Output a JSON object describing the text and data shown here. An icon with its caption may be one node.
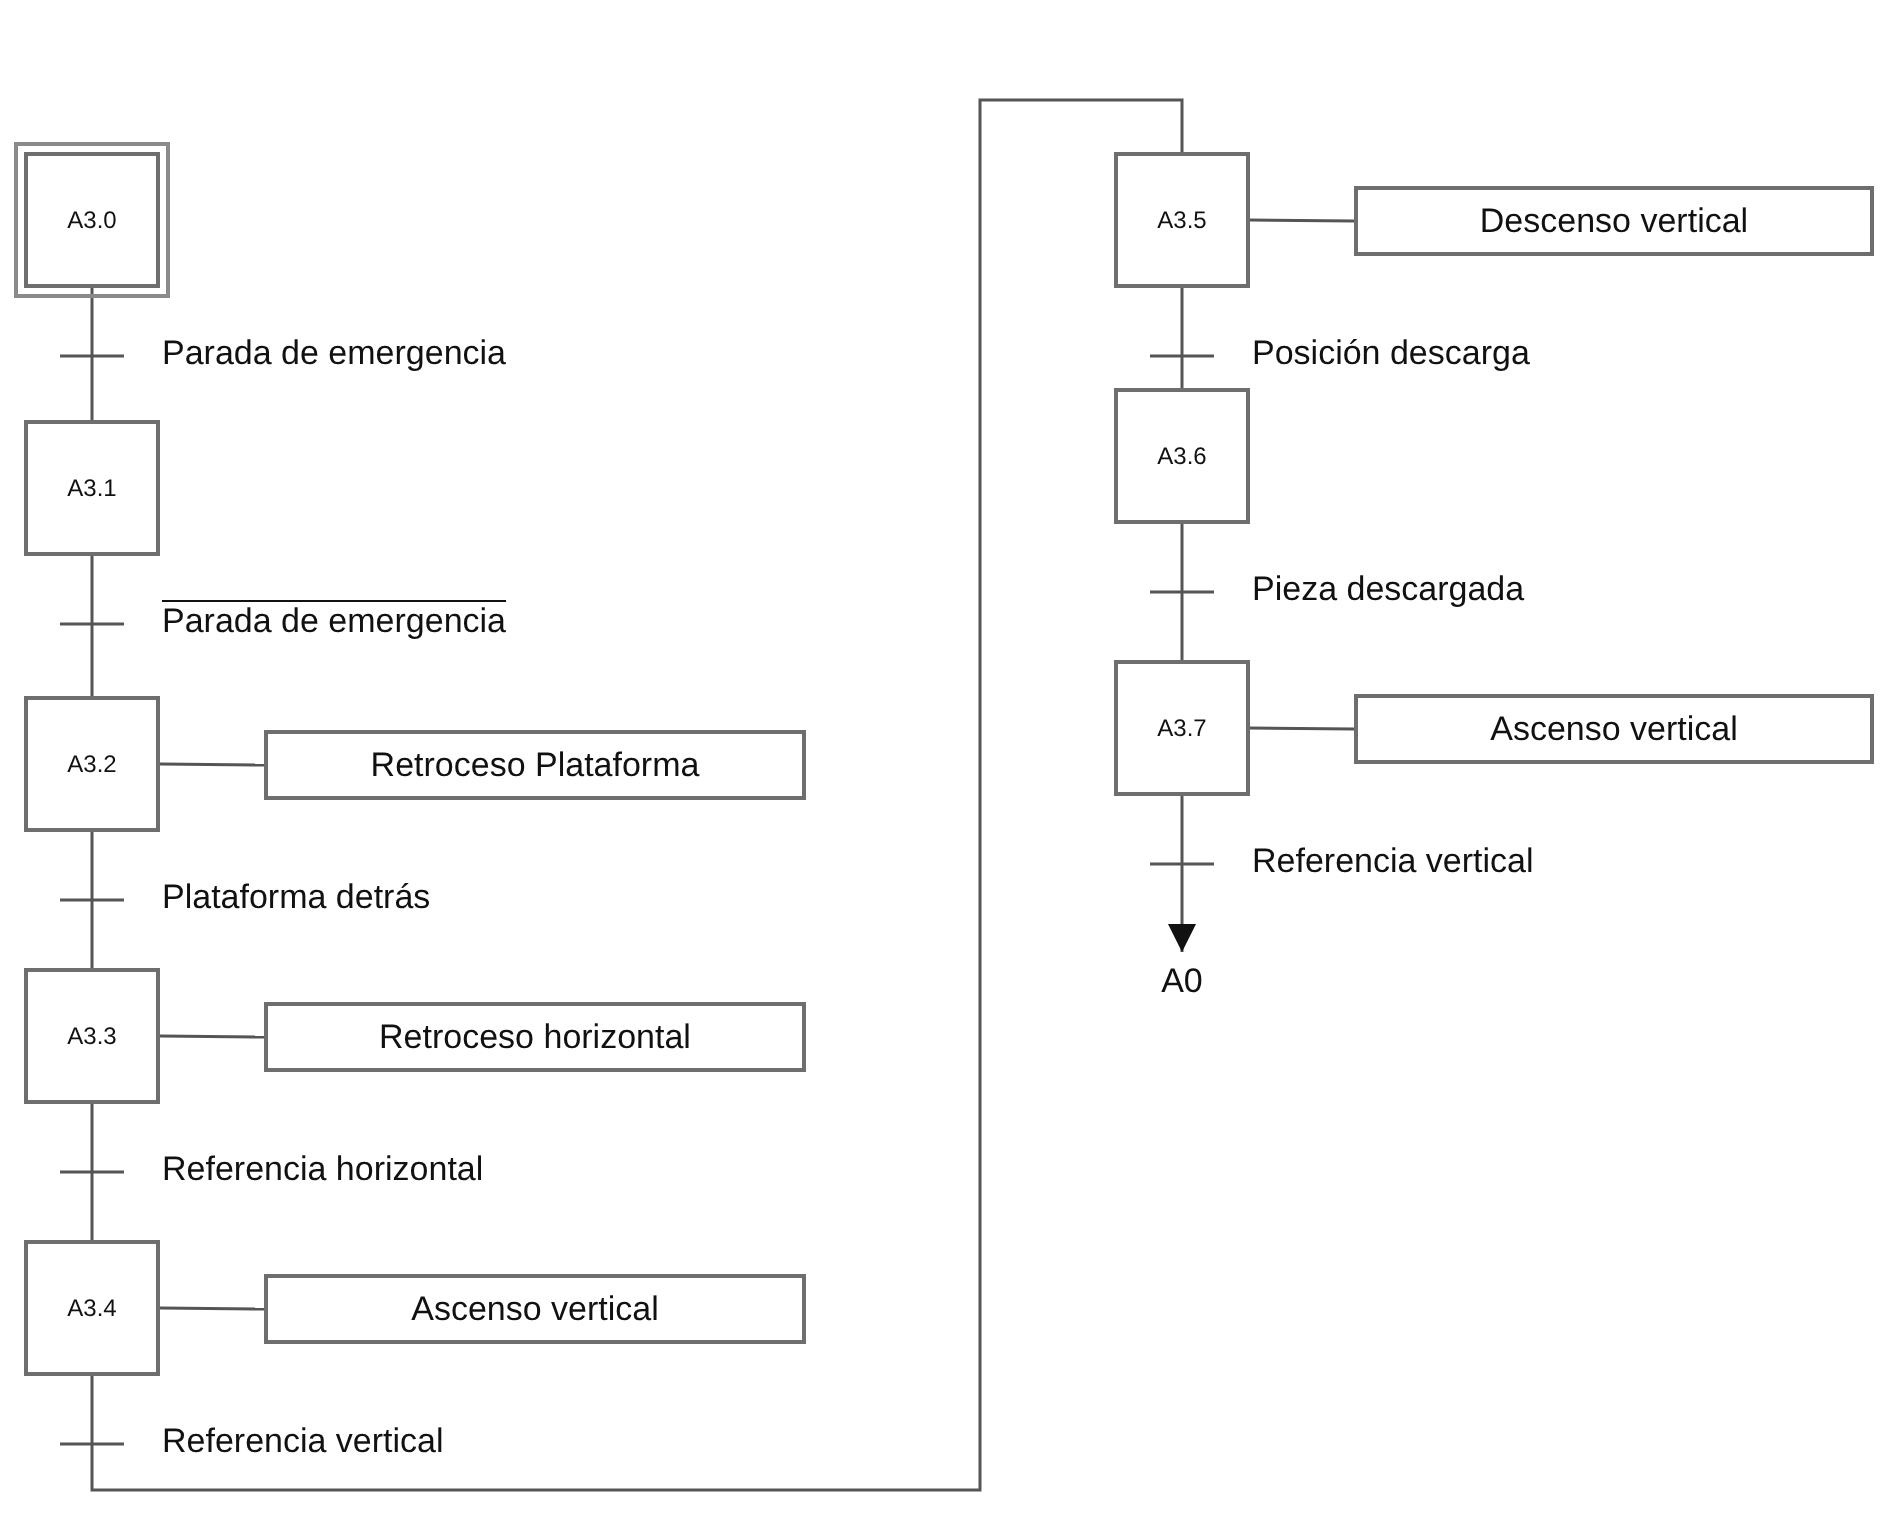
{
  "diagram": {
    "nodes": [
      {
        "text": [
          "A3.0"
        ]
      },
      {
        "text": [
          "A3.1"
        ]
      },
      {
        "text": [
          "A3.2"
        ]
      },
      {
        "text": [
          "Retroceso Plataforma"
        ]
      },
      {
        "text": [
          "A3.3"
        ]
      },
      {
        "text": [
          "Retroceso horizontal"
        ]
      },
      {
        "text": [
          "A3.4"
        ]
      },
      {
        "text": [
          "Ascenso vertical"
        ]
      },
      {
        "text": [
          "A3.5"
        ]
      },
      {
        "text": [
          "Descenso vertical"
        ]
      },
      {
        "text": [
          "A3.6"
        ]
      },
      {
        "text": [
          "A3.7"
        ]
      },
      {
        "text": [
          "Ascenso vertical"
        ]
      },
      {
        "text": [
          "A0"
        ]
      }
    ],
    "edges": [
      {
        "from": 0,
        "to": 1,
        "arrow": "none",
        "label": "Parada de emergencia"
      },
      {
        "from": 1,
        "to": 2,
        "arrow": "none",
        "label": "Parada de emergencia"
      },
      {
        "from": 2,
        "to": 3,
        "arrow": "none"
      },
      {
        "from": 2,
        "to": 4,
        "arrow": "none",
        "label": "Plataforma detrás"
      },
      {
        "from": 4,
        "to": 5,
        "arrow": "none"
      },
      {
        "from": 4,
        "to": 6,
        "arrow": "none",
        "label": "Referencia horizontal"
      },
      {
        "from": 6,
        "to": 7,
        "arrow": "none"
      },
      {
        "from": 6,
        "to": 8,
        "arrow": "none",
        "label": "Referencia vertical"
      },
      {
        "from": 8,
        "to": 9,
        "arrow": "none"
      },
      {
        "from": 8,
        "to": 10,
        "arrow": "none",
        "label": "Posición descarga"
      },
      {
        "from": 10,
        "to": 11,
        "arrow": "none",
        "label": "Pieza descargada"
      },
      {
        "from": 11,
        "to": 12,
        "arrow": "none"
      },
      {
        "from": 11,
        "to": 13,
        "arrow": "to",
        "label": "Referencia vertical"
      }
    ]
  }
}
